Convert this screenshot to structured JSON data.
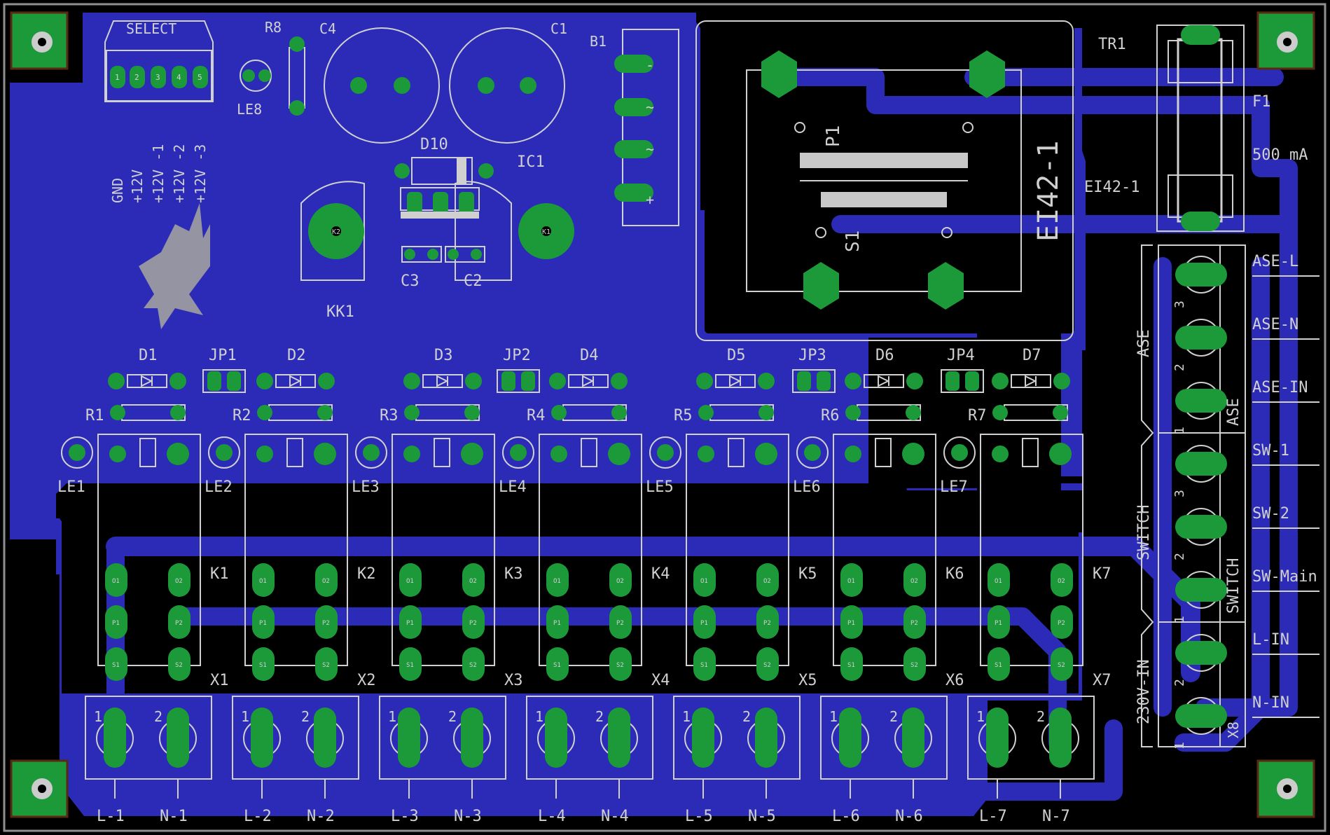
{
  "colors": {
    "background": "#000000",
    "copper_bottom": "#2b2bb8",
    "copper_top": "#1c9a3a",
    "pad": "#1c9a3a",
    "silkscreen": "#d0d0d0",
    "board_outline": "#909090"
  },
  "board": {
    "logo_icon": "eagle-icon"
  },
  "header": {
    "title": "SELECT",
    "pin_labels": [
      "GND",
      "+12V",
      "+12V -1",
      "+12V -2",
      "+12V -3"
    ],
    "pin_numbers": [
      "1",
      "2",
      "3",
      "4",
      "5"
    ]
  },
  "parts": {
    "r8": "R8",
    "c4": "C4",
    "c1": "C1",
    "b1": "B1",
    "le8": "LE8",
    "d10": "D10",
    "ic1": "IC1",
    "c3": "C3",
    "c2": "C2",
    "kk1": "KK1",
    "k2pad": "K2",
    "k1pad": "K1",
    "tr1": "TR1",
    "f1": "F1",
    "fuse_rating": "500 mA",
    "fuse_type": "EI42-1",
    "transformer_body": "EI42-1",
    "p1": "P1",
    "s1": "S1",
    "x8": "X8"
  },
  "bridge_pins": [
    "~",
    "~",
    "-",
    "+"
  ],
  "diode_row": {
    "diodes": [
      "D1",
      "D2",
      "D3",
      "D4",
      "D5",
      "D6",
      "D7"
    ],
    "jumpers": [
      "JP1",
      "JP2",
      "JP3",
      "JP4"
    ]
  },
  "channels": [
    {
      "resistor": "R1",
      "led": "LE1",
      "relay": "K1",
      "terminal": "X1",
      "out_l": "L-1",
      "out_n": "N-1"
    },
    {
      "resistor": "R2",
      "led": "LE2",
      "relay": "K2",
      "terminal": "X2",
      "out_l": "L-2",
      "out_n": "N-2"
    },
    {
      "resistor": "R3",
      "led": "LE3",
      "relay": "K3",
      "terminal": "X3",
      "out_l": "L-3",
      "out_n": "N-3"
    },
    {
      "resistor": "R4",
      "led": "LE4",
      "relay": "K4",
      "terminal": "X4",
      "out_l": "L-4",
      "out_n": "N-4"
    },
    {
      "resistor": "R5",
      "led": "LE5",
      "relay": "K5",
      "terminal": "X5",
      "out_l": "L-5",
      "out_n": "N-5"
    },
    {
      "resistor": "R6",
      "led": "LE6",
      "relay": "K6",
      "terminal": "X6",
      "out_l": "L-6",
      "out_n": "N-6"
    },
    {
      "resistor": "R7",
      "led": "LE7",
      "relay": "K7",
      "terminal": "X7",
      "out_l": "L-7",
      "out_n": "N-7"
    }
  ],
  "relay_pads": [
    "O1",
    "O2",
    "P1",
    "P2",
    "S1",
    "S2"
  ],
  "terminal_pin_numbers": [
    "1",
    "2"
  ],
  "right_connector": {
    "side_labels": [
      "ASE",
      "SWITCH",
      "230V-IN"
    ],
    "inner_labels": [
      "ASE",
      "SWITCH"
    ],
    "pin_numbers": [
      "3",
      "2",
      "1",
      "3",
      "2",
      "1",
      "2",
      "1"
    ],
    "pin_labels": [
      "ASE-L",
      "ASE-N",
      "ASE-IN",
      "SW-1",
      "SW-2",
      "SW-Main",
      "L-IN",
      "N-IN"
    ]
  }
}
